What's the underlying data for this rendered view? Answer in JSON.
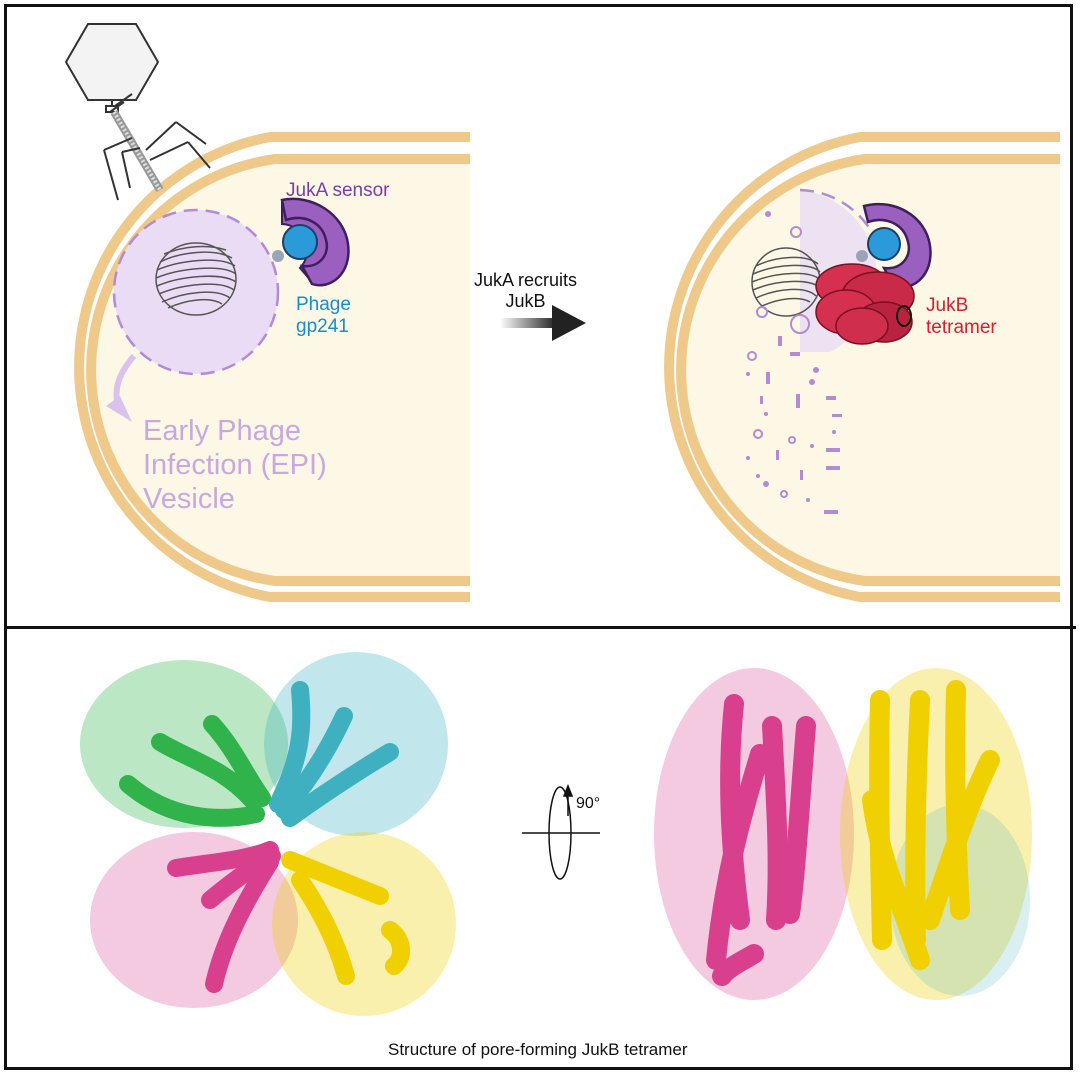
{
  "top_panel": {
    "jukA_label": "JukA sensor",
    "phage_protein_label": [
      "Phage",
      "gp241"
    ],
    "vesicle_label": [
      "Early Phage",
      "Infection (EPI)",
      "Vesicle"
    ],
    "arrow_label": [
      "JukA recruits",
      "JukB"
    ],
    "jukB_label": [
      "JukB",
      "tetramer"
    ]
  },
  "bottom_panel": {
    "rotation_label": "90°",
    "caption": "Structure of pore-forming JukB tetramer"
  },
  "colors": {
    "membrane": "#eec98a",
    "cytoplasm": "#fdf7e6",
    "jukA": "#9b5fc0",
    "gp241": "#2b9ad8",
    "vesicle": "#e9dcf4",
    "jukB": "#d63050",
    "chain_green": "#2fb34a",
    "chain_cyan": "#3fb0c0",
    "chain_pink": "#d8408e",
    "chain_yellow": "#f0d000"
  },
  "icons": [
    "phage-icon",
    "dna-coil-icon",
    "rotation-axis-icon",
    "arrow-right-icon"
  ]
}
